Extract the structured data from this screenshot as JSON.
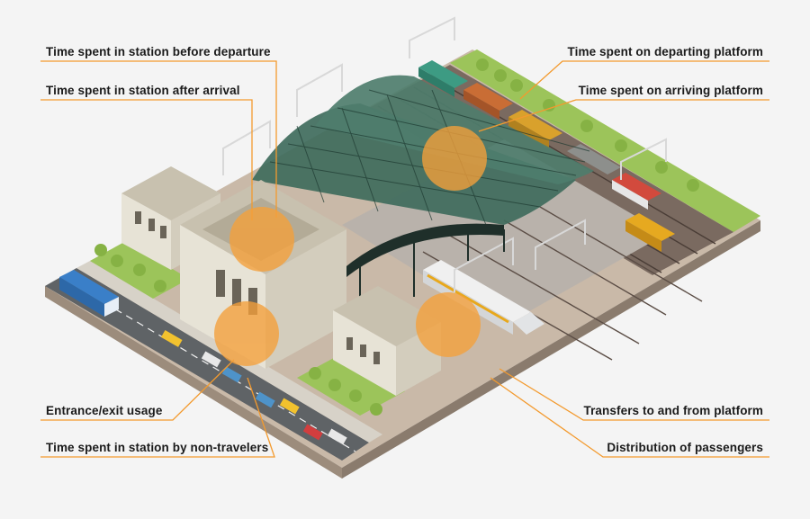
{
  "labels": {
    "before_departure": "Time spent in station before departure",
    "after_arrival": "Time spent in station after arrival",
    "departing_platform": "Time spent on departing platform",
    "arriving_platform": "Time spent on arriving platform",
    "entrance_exit": "Entrance/exit usage",
    "non_travelers": "Time spent in station by non-travelers",
    "transfers": "Transfers to and from platform",
    "distribution": "Distribution of passengers"
  },
  "colors": {
    "accent": "#f39a2e",
    "hotspot": "#f5a03a",
    "roof": "#3f6b5c",
    "building": "#e7e3d6",
    "road": "#5f6366",
    "grass": "#9cc45a",
    "platform": "#cfd2d4"
  }
}
